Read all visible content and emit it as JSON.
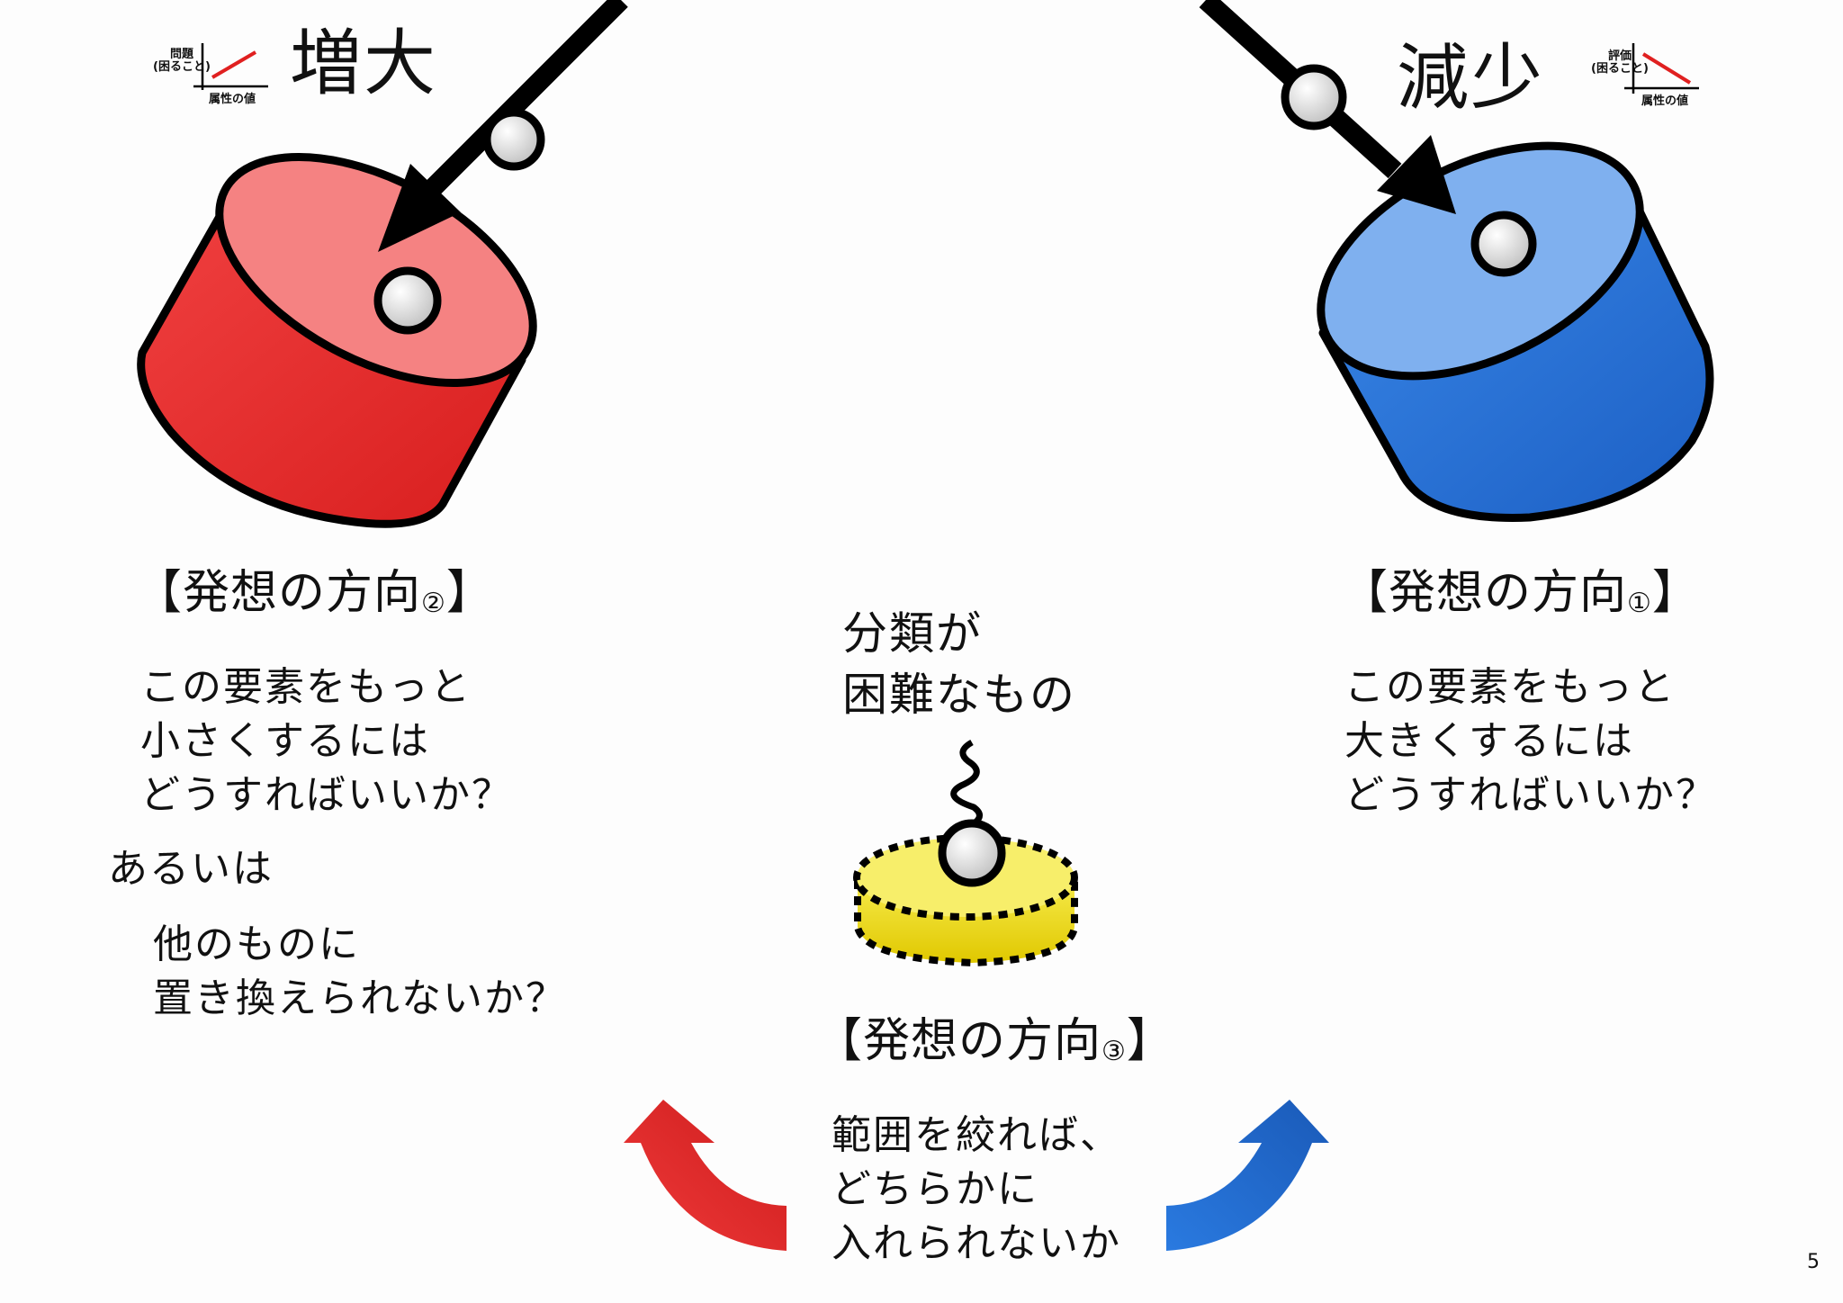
{
  "slide": {
    "page_number": "5"
  },
  "left": {
    "title": "増大",
    "mini_chart": {
      "y_label": "問題\n(困ること)",
      "x_label": "属性の値",
      "trend": "increasing",
      "color": "#e02020"
    },
    "heading_text": "【発想の方向",
    "heading_num": "②",
    "heading_close": "】",
    "question": "この要素をもっと\n小さくするには\nどうすればいいか？",
    "or_text": "あるいは",
    "alternative": "他のものに\n置き換えられないか？",
    "color": "#ee2a2a"
  },
  "right": {
    "title": "減少",
    "mini_chart": {
      "y_label": "評価\n(困ること)",
      "x_label": "属性の値",
      "trend": "decreasing",
      "color": "#e02020"
    },
    "heading_text": "【発想の方向",
    "heading_num": "①",
    "heading_close": "】",
    "question": "この要素をもっと\n大きくするには\nどうすればいいか？",
    "color": "#2a6fd6"
  },
  "center": {
    "label": "分類が\n困難なもの",
    "heading_text": "【発想の方向",
    "heading_num": "③",
    "heading_close": "】",
    "text": "範囲を絞れば、\nどちらかに\n入れられないか",
    "color": "#f2e020"
  },
  "colors": {
    "red": "#ee2a2a",
    "blue": "#2a6fd6",
    "yellow": "#f2e020",
    "stroke": "#000000",
    "ball": "#dddddd"
  }
}
